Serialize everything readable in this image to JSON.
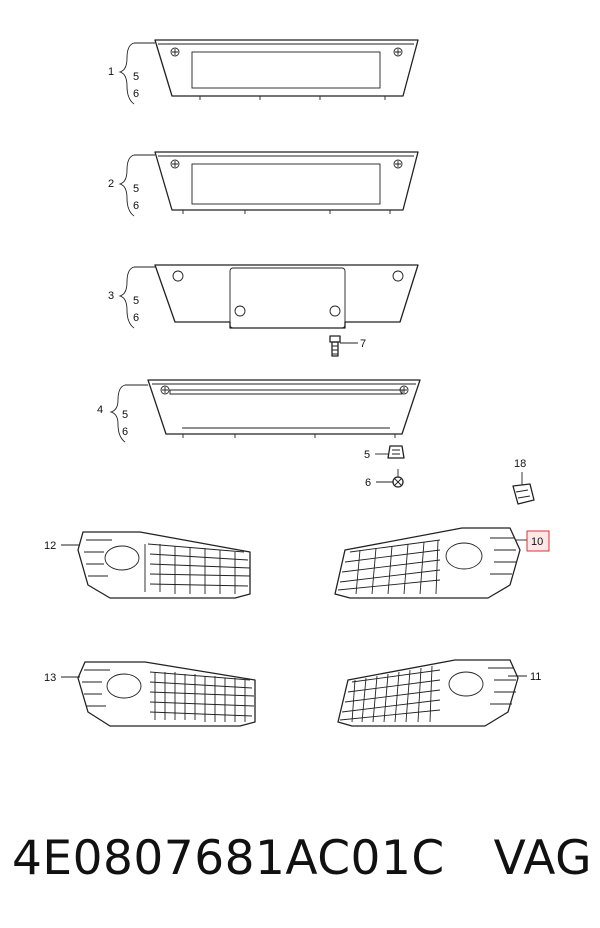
{
  "labels": {
    "l1": "1",
    "l1a": "5",
    "l1b": "6",
    "l2": "2",
    "l2a": "5",
    "l2b": "6",
    "l3": "3",
    "l3a": "5",
    "l3b": "6",
    "l4": "4",
    "l4a": "5",
    "l4b": "6",
    "l7": "7",
    "l5": "5",
    "l6": "6",
    "l18": "18",
    "l10": "10",
    "l12": "12",
    "l13": "13",
    "l11": "11"
  },
  "highlight": {
    "label": "10",
    "color": "#d33333"
  },
  "footer": {
    "part_number": "4E0807681AC01C",
    "brand": "VAG"
  }
}
